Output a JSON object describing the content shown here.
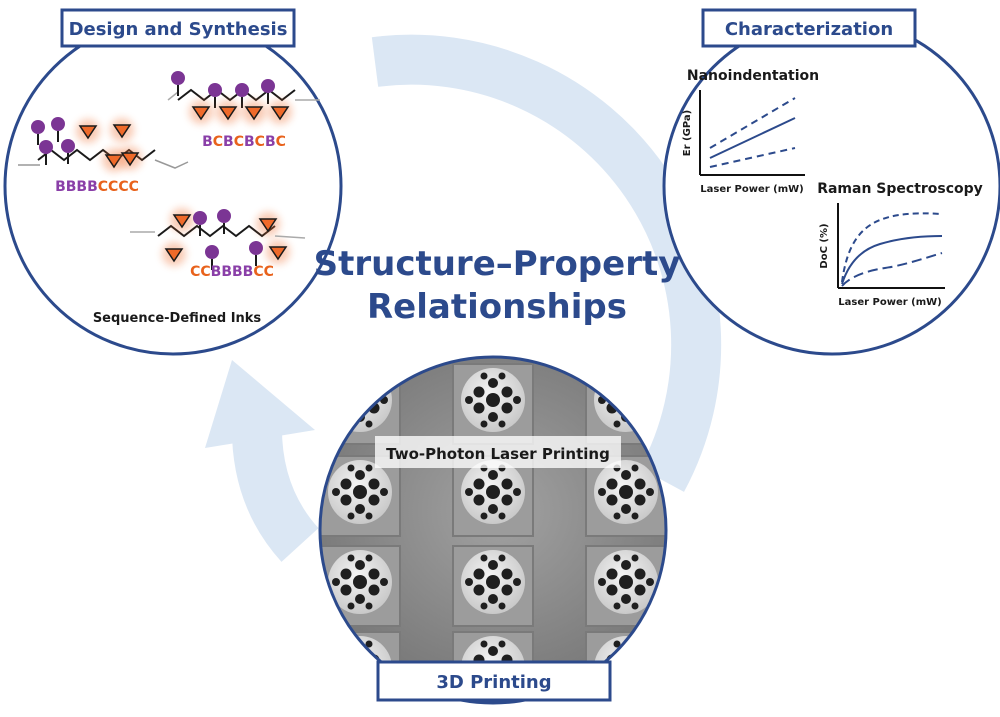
{
  "center_title": {
    "line1": "Structure–Property",
    "line2": "Relationships"
  },
  "design": {
    "tag": "Design and Synthesis",
    "caption": "Sequence-Defined Inks",
    "sequences": [
      {
        "parts": [
          {
            "text": "BBBB",
            "color": "#8a3fa8"
          },
          {
            "text": "CCCC",
            "color": "#e8621c"
          }
        ]
      },
      {
        "parts": [
          {
            "text": "B",
            "color": "#8a3fa8"
          },
          {
            "text": "C",
            "color": "#e8621c"
          },
          {
            "text": "B",
            "color": "#8a3fa8"
          },
          {
            "text": "C",
            "color": "#e8621c"
          },
          {
            "text": "B",
            "color": "#8a3fa8"
          },
          {
            "text": "C",
            "color": "#e8621c"
          },
          {
            "text": "B",
            "color": "#8a3fa8"
          },
          {
            "text": "C",
            "color": "#e8621c"
          }
        ]
      },
      {
        "parts": [
          {
            "text": "CC",
            "color": "#e8621c"
          },
          {
            "text": "BBBB",
            "color": "#8a3fa8"
          },
          {
            "text": "CC",
            "color": "#e8621c"
          }
        ]
      }
    ]
  },
  "characterization": {
    "tag": "Characterization",
    "plot1": {
      "title": "Nanoindentation",
      "xlabel": "Laser Power (mW)",
      "ylabel": "Er (GPa)"
    },
    "plot2": {
      "title": "Raman Spectroscopy",
      "xlabel": "Laser Power (mW)",
      "ylabel": "DoC (%)"
    }
  },
  "printing": {
    "tag": "3D Printing",
    "banner": "Two-Photon Laser Printing"
  },
  "colors": {
    "accent": "#2c4a8c",
    "arrow": "#dbe7f4",
    "purple_monomer": "#7b3594",
    "orange_monomer": "#ef6a2a",
    "sem_background": "#8f8f8f"
  }
}
